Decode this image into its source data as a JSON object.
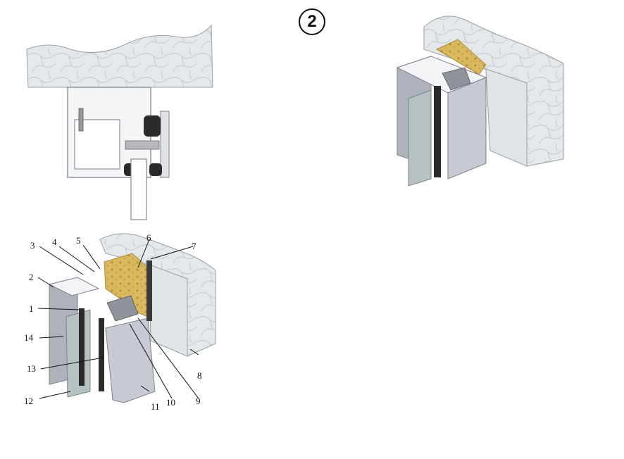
{
  "figure_number": "2",
  "callouts": {
    "c1": "1",
    "c2": "2",
    "c3": "3",
    "c4": "4",
    "c5": "5",
    "c6": "6",
    "c7": "7",
    "c8": "8",
    "c9": "9",
    "c10": "10",
    "c11": "11",
    "c12": "12",
    "c13": "13",
    "c14": "14"
  },
  "colors": {
    "concrete": "#e4e8ea",
    "insulation": "#d9b860",
    "aluminium_light": "#c7cad2",
    "aluminium_dark": "#8e939c",
    "glass": "#b7c1c2",
    "seal": "#2a2a2a"
  }
}
